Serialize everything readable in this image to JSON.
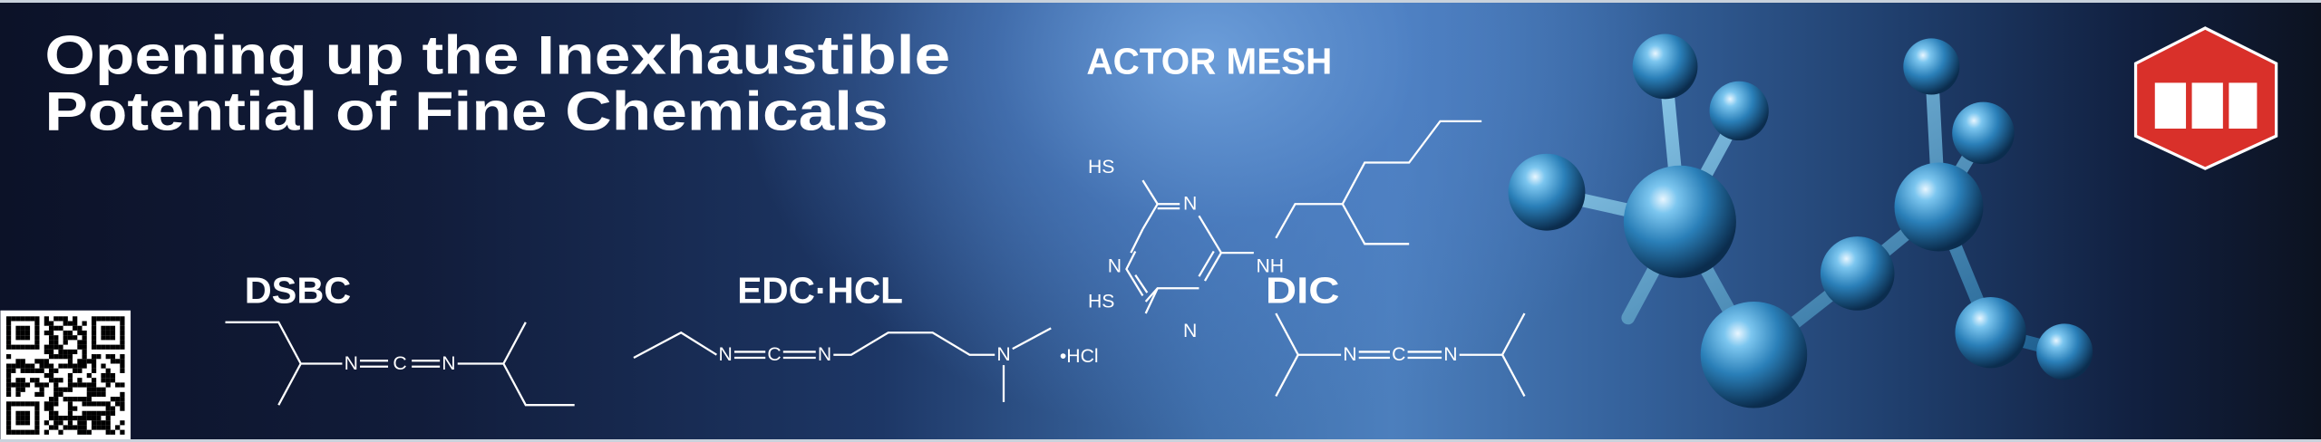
{
  "title": {
    "line1": "Opening up the Inexhaustible",
    "line2": "Potential of Fine Chemicals"
  },
  "structures": {
    "actor_mesh": {
      "label": "ACTOR MESH",
      "hs_top": "HS",
      "hs_bottom": "HS",
      "n1": "N",
      "n2": "N",
      "n3": "N",
      "nh": "NH"
    },
    "dsbc": {
      "label": "DSBC",
      "n1": "N",
      "c": "C",
      "n2": "N"
    },
    "edc_hcl": {
      "label": "EDC·HCL",
      "n1": "N",
      "c": "C",
      "n2": "N",
      "n3": "N",
      "salt": "•HCl"
    },
    "dic": {
      "label": "DIC",
      "n1": "N",
      "c": "C",
      "n2": "N"
    }
  },
  "colors": {
    "logo_red": "#d9302a",
    "background_dark": "#0c1228",
    "background_light": "#5a8ccc"
  }
}
